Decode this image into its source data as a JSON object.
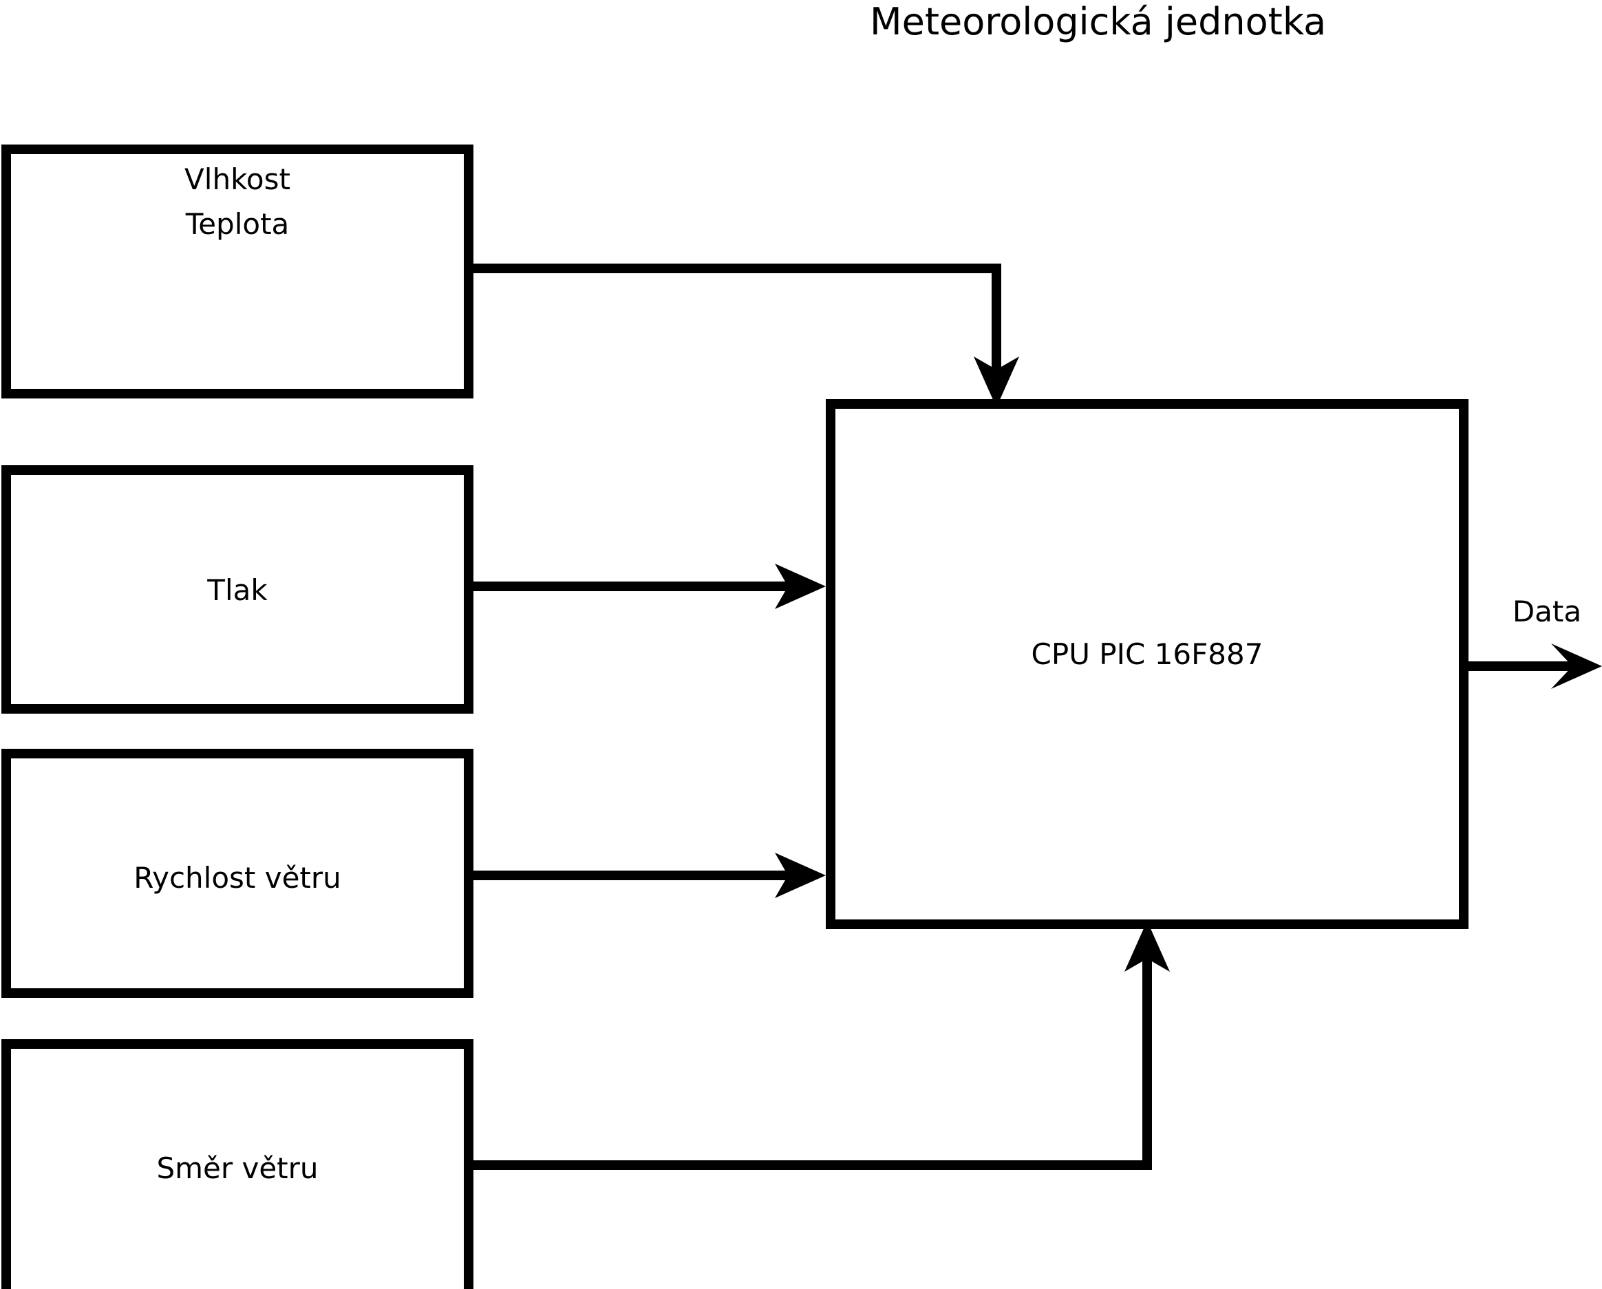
{
  "diagram": {
    "title": "Meteorologická jednotka",
    "blocks": [
      {
        "id": "humidity-temperature",
        "line1": "Vlhkost",
        "line2": "Teplota"
      },
      {
        "id": "pressure",
        "line1": "Tlak",
        "line2": ""
      },
      {
        "id": "wind-speed",
        "line1": "Rychlost větru",
        "line2": ""
      },
      {
        "id": "wind-direction",
        "line1": "Směr větru",
        "line2": ""
      }
    ],
    "cpu": {
      "label": "CPU PIC 16F887"
    },
    "output": {
      "label": "Data"
    },
    "colors": {
      "stroke": "#000000",
      "fill": "#ffffff",
      "background": "#ffffff"
    }
  }
}
